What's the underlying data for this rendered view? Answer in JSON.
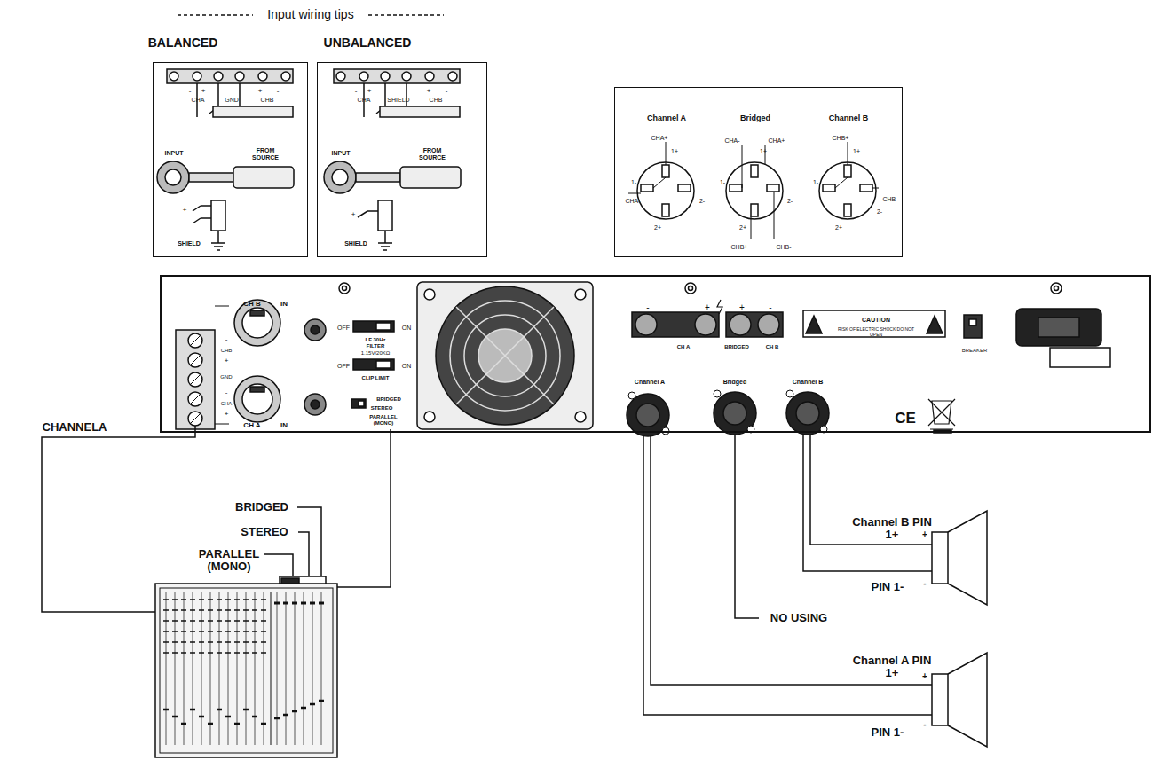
{
  "diagram": {
    "title": "Input wiring tips",
    "nodes": [
      {
        "text": [
          "BALANCED",
          "-",
          "+",
          "CHA",
          "GND",
          "CHB",
          "+",
          "-",
          "INPUT",
          "FROM SOURCE",
          "+",
          "-",
          "SHIELD"
        ]
      },
      {
        "text": [
          "UNBALANCED",
          "-",
          "+",
          "CHA",
          "SHIELD",
          "CHB",
          "+",
          "-",
          "INPUT",
          "FROM SOURCE",
          "+",
          "SHIELD"
        ]
      },
      {
        "text": [
          "Channel A",
          "Bridged",
          "Channel B",
          "CHA+",
          "1+",
          "1-",
          "CHA-",
          "2-",
          "2+",
          "CHA-",
          "CHA+",
          "1+",
          "1-",
          "2-",
          "2+",
          "CHB+",
          "CHB-",
          "CHB+",
          "1+",
          "1-",
          "CHB-",
          "2-",
          "2+"
        ]
      },
      {
        "text": [
          "CH B",
          "IN",
          "-",
          "CHB",
          "+",
          "GND",
          "-",
          "CHA",
          "+",
          "CH A",
          "IN",
          "OFF",
          "ON",
          "LF 30Hz FILTER",
          "1.15V/20KΩ",
          "OFF",
          "ON",
          "CLIP LIMIT",
          "BRIDGED",
          "STEREO",
          "PARALLEL (MONO)",
          "-",
          "+",
          "+",
          "-",
          "CH A",
          "BRIDGED",
          "CH B",
          "CAUTION",
          "RISK OF ELECTRIC SHOCK DO NOT OPEN",
          "BREAKER",
          "Channel A",
          "Bridged",
          "Channel B",
          "CE"
        ]
      }
    ],
    "labels": [
      "CHANNELA",
      "BRIDGED",
      "STEREO",
      "PARALLEL (MONO)",
      "Channel B PIN 1+",
      "PIN 1-",
      "+",
      "-",
      "NO USING",
      "Channel A PIN 1+",
      "PIN 1-",
      "+",
      "-"
    ]
  }
}
